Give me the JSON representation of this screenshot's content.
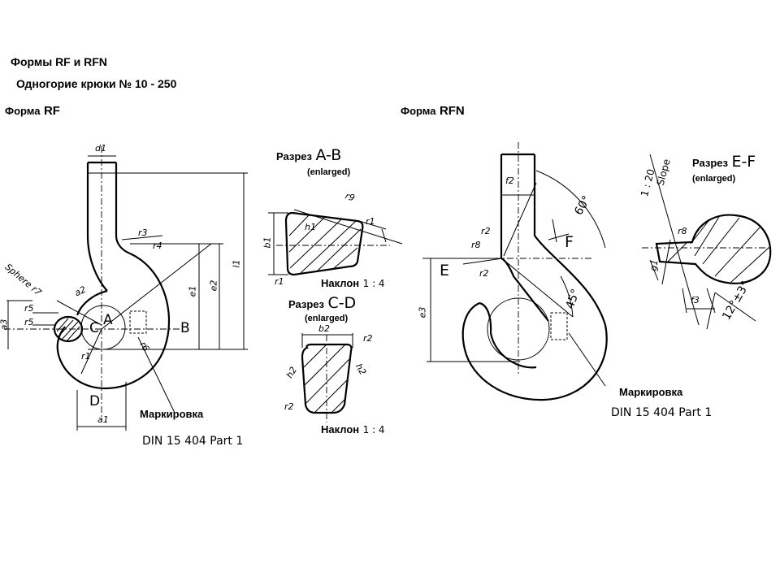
{
  "header": {
    "title": "Формы RF и RFN",
    "subtitle": "Одногорие крюки № 10 - 250"
  },
  "form_rf": {
    "label_ru": "Форма",
    "label_code": "RF",
    "marking_label": "Маркировка",
    "din_ref": "DIN 15 404 Part 1",
    "dims": {
      "d1": "d1",
      "r3": "r3",
      "r4": "r4",
      "l1": "l1",
      "e1": "e1",
      "e2": "e2",
      "sphere": "Sphere r7",
      "a2": "a2",
      "r5": "r5",
      "a3": "a3",
      "c": "C",
      "a_lbl": "A",
      "b_lbl": "B",
      "r1": "r1",
      "r6": "r6",
      "d_lbl": "D",
      "a1": "a1"
    }
  },
  "section_ab": {
    "label_ru": "Разрез",
    "label_code": "A-B",
    "enlarged": "(enlarged)",
    "slope_ru": "Наклон",
    "slope_ratio": "1 : 4",
    "dims": {
      "r9": "r9",
      "h1": "h1",
      "r1": "r1",
      "b1": "b1",
      "r1b": "r1"
    }
  },
  "section_cd": {
    "label_ru": "Разрез",
    "label_code": "C-D",
    "enlarged": "(enlarged)",
    "slope_ru": "Наклон",
    "slope_ratio": "1 : 4",
    "dims": {
      "b2": "b2",
      "r2": "r2",
      "h2a": "h2",
      "h2b": "h2",
      "r2b": "r2"
    }
  },
  "form_rfn": {
    "label_ru": "Форма",
    "label_code": "RFN",
    "marking_label": "Маркировка",
    "din_ref": "DIN 15 404 Part 1",
    "dims": {
      "f2": "f2",
      "angle60": "60°",
      "r2a": "r2",
      "r8": "r8",
      "f_lbl": "F",
      "e_lbl": "E",
      "r2b": "r2",
      "e3": "e3",
      "angle45": "45°"
    }
  },
  "section_ef": {
    "label_ru": "Разрез",
    "label_code": "E-F",
    "enlarged": "(enlarged)",
    "slope": "Slope",
    "slope_ratio": "1 : 20",
    "dims": {
      "r8": "r8",
      "g1": "g1",
      "f3": "f3",
      "angle": "12°±3°"
    }
  }
}
